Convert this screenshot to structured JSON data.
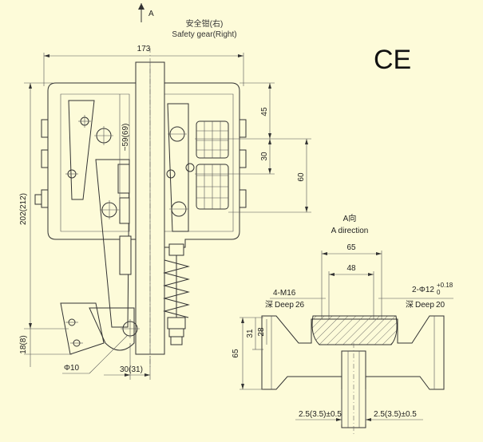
{
  "view_arrow_label": "A",
  "title_cn": "安全钳(右)",
  "title_en": "Safety gear(Right)",
  "ce_mark": "CE",
  "dims": {
    "overall_width": "173",
    "height_total": "202(212)",
    "offset_59": "~59(69)",
    "dim_45": "45",
    "dim_30": "30",
    "dim_60": "60",
    "dim_18": "18(8)",
    "phi10": "Φ10",
    "dim_30_31": "30(31)"
  },
  "a_view": {
    "title_cn": "A向",
    "title_en": "A direction",
    "dim_65_top": "65",
    "dim_48": "48",
    "thread_label": "4-M16",
    "thread_depth_cn": "深",
    "thread_depth_en": "Deep",
    "thread_depth_val": "26",
    "hole_label": "2-Φ12",
    "hole_tol_upper": "+0.18",
    "hole_tol_lower": "0",
    "hole_depth_cn": "深",
    "hole_depth_en": "Deep",
    "hole_depth_val": "20",
    "dim_31": "31",
    "dim_28": "28",
    "dim_65_side": "65",
    "gap_left": "2.5(3.5)±0.5",
    "gap_right": "2.5(3.5)±0.5"
  },
  "colors": {
    "background": "#fdfbd9",
    "line": "#333333"
  }
}
